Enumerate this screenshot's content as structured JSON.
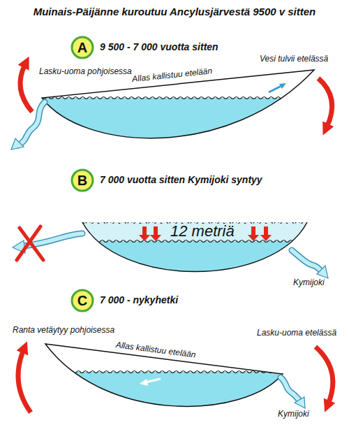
{
  "diagram": {
    "title": "Muinais-Päijänne kuroutuu Ancylusjärvestä  9500 v sitten",
    "nodes": [
      {
        "text": [
          "A",
          "9 500 - 7 000 vuotta sitten"
        ]
      },
      {
        "text": [
          "B",
          "7 000 vuotta sitten Kymijoki syntyy"
        ]
      },
      {
        "text": [
          "C",
          "7 000 - nykyhetki"
        ]
      }
    ],
    "labels": [
      "Vesi tulvii etelässä",
      "Lasku-uoma pohjoisessa",
      "Allas kallistuu etelään",
      "12 metriä",
      "Kymijoki",
      "Ranta vetäytyy pohjoisessa",
      "Allas kallistuu etelään",
      "Lasku-uoma etelässä",
      "Kymijoki"
    ]
  }
}
